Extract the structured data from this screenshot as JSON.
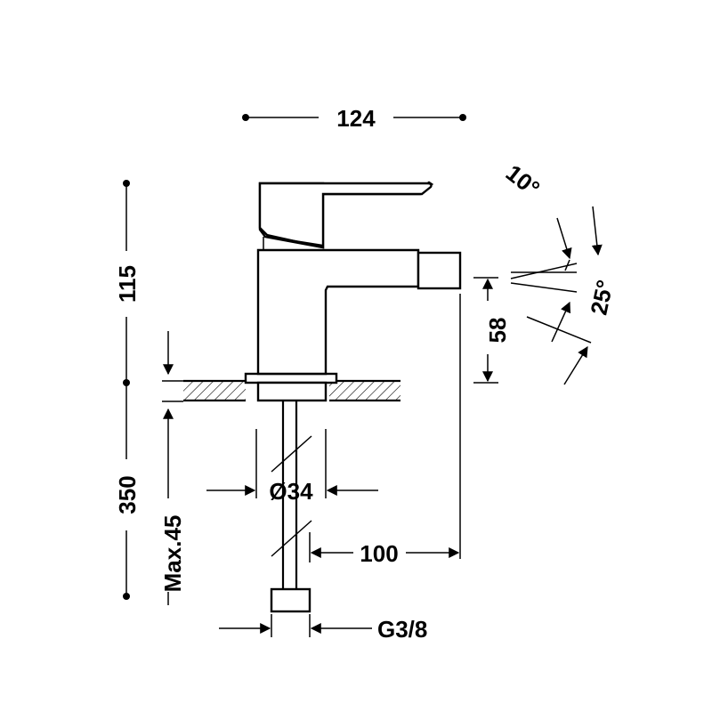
{
  "drawing": {
    "dimensions": {
      "width_top": "124",
      "height_spout": "115",
      "height_below": "350",
      "deck_thickness": "Max.45",
      "spout_height": "58",
      "shank_diameter": "Ø34",
      "reach": "100",
      "thread": "G3/8"
    },
    "angles": {
      "upper": "10°",
      "lower": "25°"
    }
  }
}
